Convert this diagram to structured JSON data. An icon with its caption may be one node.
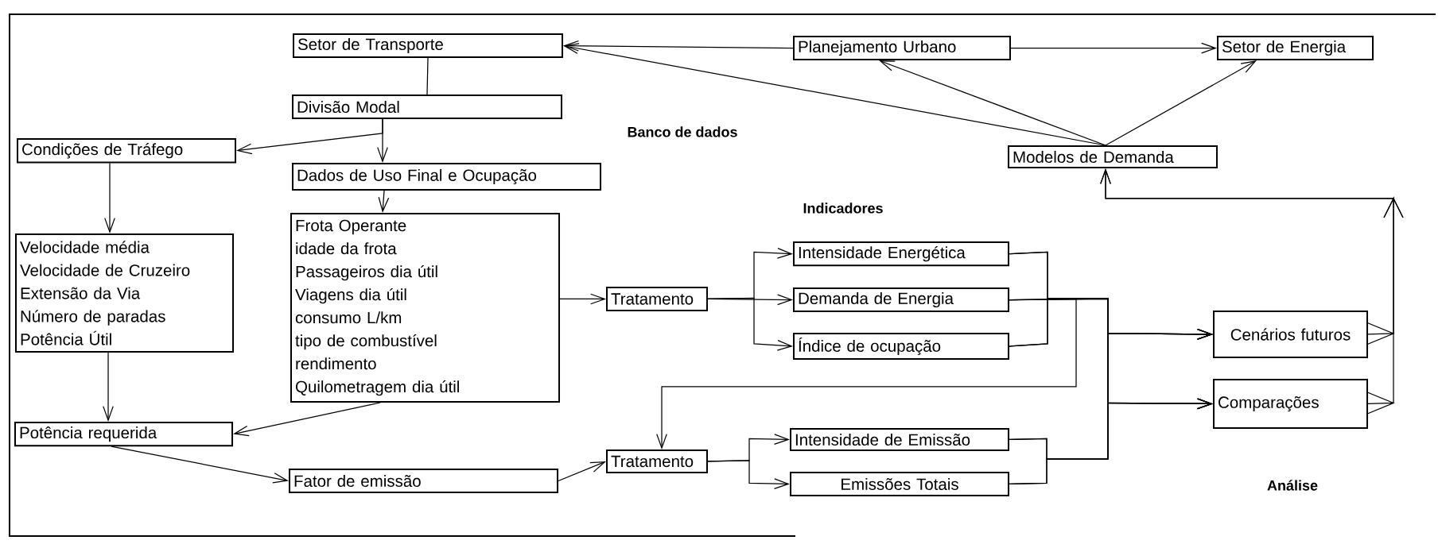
{
  "diagram": {
    "nodes": [
      {
        "text": [
          "Setor de Transporte"
        ]
      },
      {
        "text": [
          "Planejamento Urbano"
        ]
      },
      {
        "text": [
          "Setor de Energia"
        ]
      },
      {
        "text": [
          "Divisão Modal"
        ]
      },
      {
        "text": [
          "Condições de Tráfego"
        ]
      },
      {
        "text": [
          "Dados de Uso Final e Ocupação"
        ]
      },
      {
        "text": [
          "Modelos de Demanda"
        ]
      },
      {
        "text": [
          "Velocidade  média",
          "Velocidade de Cruzeiro",
          "Extensão da Via",
          "Número de paradas",
          "Potência Útil"
        ]
      },
      {
        "text": [
          "Frota Operante",
          "idade da frota",
          "Passageiros dia útil",
          "Viagens dia útil",
          "consumo L/km",
          "tipo de combustível",
          "rendimento",
          "Quilometragem dia útil"
        ]
      },
      {
        "text": [
          "Potência requerida"
        ]
      },
      {
        "text": [
          "Tratamento"
        ]
      },
      {
        "text": [
          "Intensidade Energética"
        ]
      },
      {
        "text": [
          "Demanda de Energia"
        ]
      },
      {
        "text": [
          "Índice de ocupação"
        ]
      },
      {
        "text": [
          "Cenários futuros"
        ]
      },
      {
        "text": [
          "Comparações"
        ]
      },
      {
        "text": [
          "Tratamento"
        ]
      },
      {
        "text": [
          "Fator de emissão"
        ]
      },
      {
        "text": [
          "Intensidade de Emissão"
        ]
      },
      {
        "text": [
          "Emissões Totais"
        ]
      }
    ],
    "edges": [
      {
        "from": 0,
        "to": 3,
        "arrow": "none"
      },
      {
        "from": 3,
        "to": 4,
        "arrow": "to"
      },
      {
        "from": 3,
        "to": 5,
        "arrow": "to"
      },
      {
        "from": 4,
        "to": 7,
        "arrow": "to"
      },
      {
        "from": 5,
        "to": 8,
        "arrow": "to"
      },
      {
        "from": 7,
        "to": 9,
        "arrow": "to"
      },
      {
        "from": 8,
        "to": 9,
        "arrow": "to"
      },
      {
        "from": 9,
        "to": 17,
        "arrow": "to"
      },
      {
        "from": 8,
        "to": 10,
        "arrow": "to"
      },
      {
        "from": 17,
        "to": 16,
        "arrow": "to"
      },
      {
        "from": 10,
        "to": 11,
        "arrow": "to"
      },
      {
        "from": 10,
        "to": 12,
        "arrow": "to"
      },
      {
        "from": 10,
        "to": 13,
        "arrow": "to"
      },
      {
        "from": 16,
        "to": 18,
        "arrow": "to"
      },
      {
        "from": 16,
        "to": 19,
        "arrow": "to"
      },
      {
        "from": 12,
        "to": 16,
        "arrow": "to"
      },
      {
        "from": 11,
        "to": 14,
        "arrow": "to"
      },
      {
        "from": 12,
        "to": 14,
        "arrow": "to"
      },
      {
        "from": 13,
        "to": 14,
        "arrow": "to"
      },
      {
        "from": 18,
        "to": 14,
        "arrow": "to"
      },
      {
        "from": 19,
        "to": 14,
        "arrow": "to"
      },
      {
        "from": 11,
        "to": 15,
        "arrow": "to"
      },
      {
        "from": 12,
        "to": 15,
        "arrow": "to"
      },
      {
        "from": 13,
        "to": 15,
        "arrow": "to"
      },
      {
        "from": 18,
        "to": 15,
        "arrow": "to"
      },
      {
        "from": 19,
        "to": 15,
        "arrow": "to"
      },
      {
        "from": 14,
        "to": 6,
        "arrow": "to"
      },
      {
        "from": 15,
        "to": 6,
        "arrow": "to"
      },
      {
        "from": 6,
        "to": 0,
        "arrow": "to"
      },
      {
        "from": 6,
        "to": 1,
        "arrow": "to"
      },
      {
        "from": 6,
        "to": 2,
        "arrow": "to"
      },
      {
        "from": 1,
        "to": 0,
        "arrow": "to"
      },
      {
        "from": 1,
        "to": 2,
        "arrow": "to"
      }
    ],
    "labels": [
      "Banco de dados",
      "Indicadores",
      "Análise"
    ]
  }
}
